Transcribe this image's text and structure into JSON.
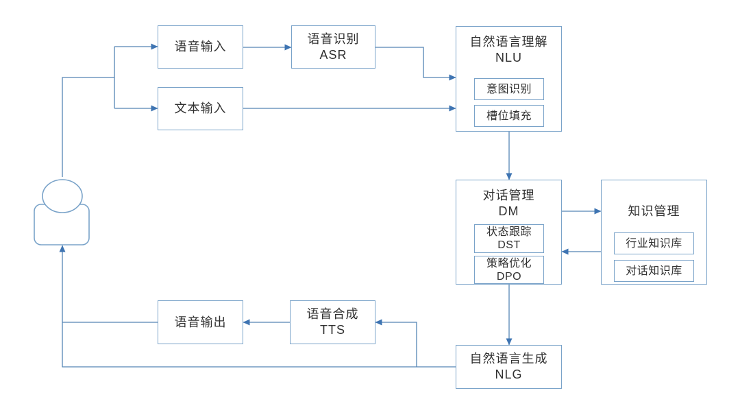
{
  "diagram": {
    "description": "Dialogue system architecture flowchart",
    "colors": {
      "box_border": "#7aa3c9",
      "connector": "#5585b5",
      "arrowhead": "#3e74b2",
      "text": "#303030",
      "background": "#ffffff"
    },
    "nodes": {
      "user": {
        "icon": "person-icon"
      },
      "voice_input": {
        "label": "语音输入"
      },
      "asr": {
        "label": "语音识别",
        "abbr": "ASR"
      },
      "text_input": {
        "label": "文本输入"
      },
      "nlu": {
        "label": "自然语言理解",
        "abbr": "NLU",
        "items": [
          {
            "label": "意图识别"
          },
          {
            "label": "槽位填充"
          }
        ]
      },
      "dm": {
        "label": "对话管理",
        "abbr": "DM",
        "items": [
          {
            "label": "状态跟踪",
            "abbr": "DST"
          },
          {
            "label": "策略优化",
            "abbr": "DPO"
          }
        ]
      },
      "knowledge": {
        "label": "知识管理",
        "items": [
          {
            "label": "行业知识库"
          },
          {
            "label": "对话知识库"
          }
        ]
      },
      "voice_output": {
        "label": "语音输出"
      },
      "tts": {
        "label": "语音合成",
        "abbr": "TTS"
      },
      "nlg": {
        "label": "自然语言生成",
        "abbr": "NLG"
      }
    },
    "edges": [
      {
        "from": "user",
        "to": "voice_input"
      },
      {
        "from": "user",
        "to": "text_input"
      },
      {
        "from": "voice_input",
        "to": "asr"
      },
      {
        "from": "asr",
        "to": "nlu"
      },
      {
        "from": "text_input",
        "to": "nlu"
      },
      {
        "from": "nlu",
        "to": "dm"
      },
      {
        "from": "dm",
        "to": "knowledge"
      },
      {
        "from": "knowledge",
        "to": "dm"
      },
      {
        "from": "dm",
        "to": "nlg"
      },
      {
        "from": "nlg",
        "to": "tts"
      },
      {
        "from": "tts",
        "to": "voice_output"
      },
      {
        "from": "voice_output",
        "to": "user"
      },
      {
        "from": "nlg",
        "to": "user"
      }
    ]
  }
}
